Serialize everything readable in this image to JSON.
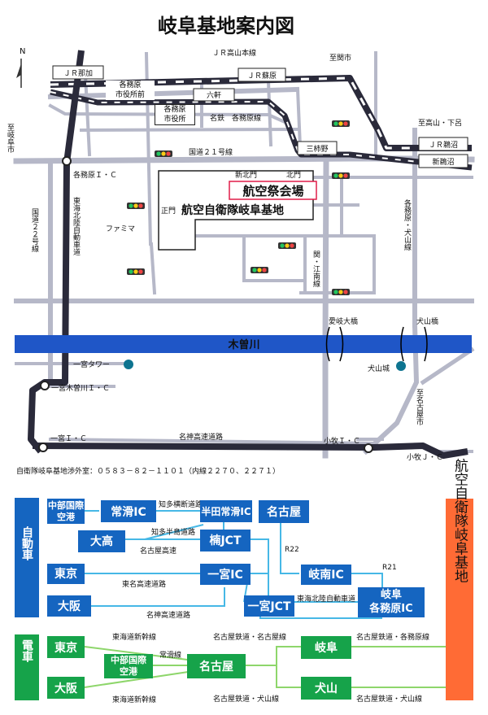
{
  "title": "岐阜基地案内図",
  "compass": "N",
  "map": {
    "rail_jr_takayama": "ＪＲ高山本線",
    "st_nagara": "ＪＲ那加",
    "st_soharu": "ＪＲ蘇原",
    "st_unuma": "ＪＲ鵜沼",
    "st_rokken": "六軒",
    "st_mikakino": "三柿野",
    "st_shinunuma": "新鵜沼",
    "st_kakamigahara_shiyakusho_mae": "各務原\n市役所前",
    "st_kakamigahara_shiyakusho": "各務原\n市役所",
    "rail_meitetsu_kakamigahara": "名鉄　各務原線",
    "to_sekishi": "至関市",
    "to_takayama_shimoro": "至高山・下呂",
    "to_gifushi": "至岐阜市",
    "route21": "国道２１号線",
    "route22": "国道２２号線",
    "kakamigahara_ic": "各務原Ｉ・Ｃ",
    "tokai_hokuriku": "東海北陸自動車道",
    "kakamigahara_inuyama_line": "各務原・犬山線",
    "seki_konan_line": "関・江南線",
    "shinkita_gate": "新北門",
    "kita_gate": "北門",
    "sei_gate": "正門",
    "festival_venue": "航空祭会場",
    "base_name": "航空自衛隊岐阜基地",
    "familymart": "ファミマ",
    "aigi_bridge": "愛岐大橋",
    "inuyama_bridge": "犬山橋",
    "kisogawa": "木曽川",
    "ichinomiya_tower": "一宮タワー",
    "inuyama_castle": "犬山城",
    "ichinomiya_kisogawa_ic": "一宮木曽川Ｉ・Ｃ",
    "to_nagoyashi": "至名古屋市",
    "ichinomiya_ic": "一宮Ｉ・Ｃ",
    "meishin": "名神高速道路",
    "komaki_ic": "小牧Ｉ・Ｃ",
    "komaki_jc": "小牧Ｊ・Ｃ",
    "contact": "自衛隊岐阜基地渉外室：０５８３－８２－１１０１（内線２２７０、２２７１）"
  },
  "access": {
    "car_label": "自動車",
    "train_label": "電車",
    "base_label": "航空自衛隊岐阜基地",
    "chubu_airport": "中部国際\n空港",
    "tokoname_ic": "常滑IC",
    "handa_tokoname_ic": "半田常滑IC",
    "nagoya": "名古屋",
    "chita_oudan": "知多横断道路",
    "chita_hantou": "知多半島道路",
    "odaka": "大高",
    "kusunoki_jct": "楠JCT",
    "nagoya_kousoku": "名古屋高速",
    "r22": "R22",
    "r21": "R21",
    "tokyo": "東京",
    "ichinomiya_ic": "一宮IC",
    "gifu_kakamigahara_ic": "岐阜\n各務原IC",
    "gionan_ic": "岐南IC",
    "tomei": "東名高速道路",
    "tokai_hokuriku_road": "東海北陸自動車道",
    "osaka": "大阪",
    "meishin_road": "名神高速道路",
    "ichinomiya_jct": "一宮JCT",
    "tokaido_shinkansen": "東海道新幹線",
    "meitetsu_nagoya_line": "名古屋鉄道・名古屋線",
    "meitetsu_kakamigahara_line": "名古屋鉄道・各務原線",
    "tokoname_line": "常滑線",
    "train_tokyo": "東京",
    "train_chubu_airport": "中部国際\n空港",
    "train_nagoya": "名古屋",
    "train_gifu": "岐阜",
    "train_osaka": "大阪",
    "train_inuyama": "犬山",
    "meitetsu_inuyama_line": "名古屋鉄道・犬山線"
  },
  "colors": {
    "road_gray": "#b6b8c8",
    "rail_dark": "#2a2a3a",
    "river_blue": "#1f56c7",
    "box_blue": "#1565c0",
    "box_green": "#16a34a",
    "line_cyan": "#46b8e6",
    "line_green": "#8ed66b",
    "base_orange": "#ff6b35"
  }
}
